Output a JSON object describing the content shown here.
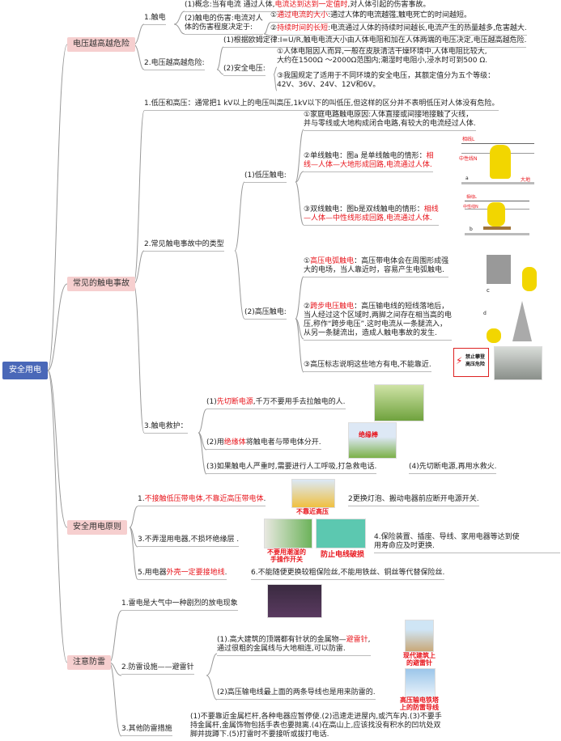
{
  "root": "安全用电",
  "b1": {
    "label": "电压越高越危险",
    "n1": "1.触电",
    "n1a": [
      "(1)概念:当有电流 通过人体,",
      "电流达到达到一定值时",
      ",对人体引起的伤害事故。"
    ],
    "n1b": [
      "(2)触电的伤害:电流对人",
      "体的伤害程度决定于:"
    ],
    "n1b1": [
      "①",
      "通过电流的大小",
      ":通过人体的电流越强,触电死亡的时间越短。"
    ],
    "n1b2": [
      "②",
      "持续时间的长短",
      ":电流通过人体的持续时间越长,电流产生的热量越多,危害越大."
    ],
    "n2": "2.电压越高越危险:",
    "n2a": "(1)根据欧姆定律:I=U/R,触电电流大小由人体电阻和加在人体两端的电压决定,电压越高越危险.",
    "n2b": "(2)安全电压:",
    "n2b1": [
      "①人体电阻因人而异,一般在皮肤清洁干燥环境中,人体电阻比较大,",
      "大约在1500Ω ～2000Ω范围内;潮湿时电阻小,浸水时可到500 Ω."
    ],
    "n2b3": [
      "③我国规定了适用于不同环境的安全电压，其额定值分为五个等级：",
      "42V、36V、24V、12V和6V。"
    ]
  },
  "b2": {
    "label": "常见的触电事故",
    "n1": "1.低压和高压：通常把1 kV以上的电压叫高压,1kV以下的叫低压,但这样的区分并不表明低压对人体没有危险。",
    "n2": "2.常见触电事故中的类型",
    "low": "(1)低压触电:",
    "low1": [
      "①家庭电路触电原因:人体直接或间接地接触了火线，",
      "并与零线或大地构成闭合电路,有较大的电流经过人体."
    ],
    "low2": [
      "②单线触电：图a 是单线触电的情形：",
      "相",
      "线—人体—大地形成回路,电流通过人体."
    ],
    "low3": [
      "③双线触电：图b是双线触电的情形：",
      "相线",
      "—人体—中性线形成回路,电流通过人体."
    ],
    "imgA": {
      "l1": "相线L",
      "l2": "中性线N",
      "tag": "a",
      "ground": "大地"
    },
    "imgB": {
      "l1": "相线L",
      "l2": "中性线N",
      "tag": "b"
    },
    "high": "(2)高压触电:",
    "high1": [
      "①",
      "高压电弧触电",
      "：高压带电体会在周围形成强",
      "大的电场，当人靠近时，容易产生电弧触电."
    ],
    "high2": [
      "②",
      "跨步电压触电",
      "：高压输电线的短线落地后，",
      "当人经过这个区域时,两脚之间存在相当高的电",
      "压,称作“跨步电压”.这时电流从一条腿流入，",
      "从另一条腿流出，造成人触电事故的发生."
    ],
    "high3": "③高压标志说明这些地方有电,不能靠近.",
    "imgC": "c",
    "imgD": "d",
    "sign": [
      "禁止攀登",
      "高压危险"
    ],
    "n3": "3.触电救护：",
    "r1": [
      "(1)",
      "先切断电源",
      ",千万不要用手去拉触电的人."
    ],
    "r2": [
      "(2)用",
      "绝缘体",
      "将触电者与带电体分开."
    ],
    "r2img": "绝缘棒",
    "r3": "(3)如果触电人严重时,需要进行人工呼吸,打急救电话.",
    "r4": "(4)先切断电源,再用水救火."
  },
  "b3": {
    "label": "安全用电原则",
    "n1": [
      "1.",
      "不接触低压带电体,不靠近高压带电体",
      "."
    ],
    "cap1": "不靠近高压",
    "n2": "2更换灯泡、搬动电器前应断开电源开关.",
    "n3": "3.不弄湿用电器,不损坏绝缘层 .",
    "cap3a": [
      "不要用潮湿的",
      "手操作开关"
    ],
    "cap3b": "防止电线破损",
    "n4": [
      "4.保险装置、插座、导线、家用电器等达到使",
      "用寿命应及时更换."
    ],
    "n5": [
      "5.用电器",
      "外壳一定要接地线",
      "."
    ],
    "n6": "6.不能随便更换较粗保险丝,不能用铁丝、铜丝等代替保险丝."
  },
  "b4": {
    "label": "注意防雷",
    "n1": "1.雷电是大气中一种剧烈的放电现象",
    "n2": "2.防雷设施——避雷针",
    "n2a": [
      "(1).高大建筑的顶端都有针状的金属物—",
      "避雷针",
      ",",
      "通过很粗的金属线与大地相连,可以防雷."
    ],
    "cap2a": [
      "现代建筑上",
      "的避雷针"
    ],
    "n2b": "(2)高压输电线最上面的两条导线也是用来防雷的.",
    "cap2b": [
      "高压输电铁塔",
      "上的防雷导线"
    ],
    "n3": "3.其他防雷措施",
    "n3a": [
      "(1)不要靠近金属栏杆,各种电器应暂停使.(2)迅速走进屋内,或汽车内.(3)不要手",
      "持金属杆,金属饰物包括手表也要抛离.(4)在高山上,应该找没有积水的凹坑处双",
      "脚并拢蹲下.(5)打雷时不要接听或拔打电话."
    ]
  },
  "colors": {
    "root": "#4a68b8",
    "branch": "#f6cfcf",
    "highlight": "#e8141b",
    "line": "#999999"
  }
}
